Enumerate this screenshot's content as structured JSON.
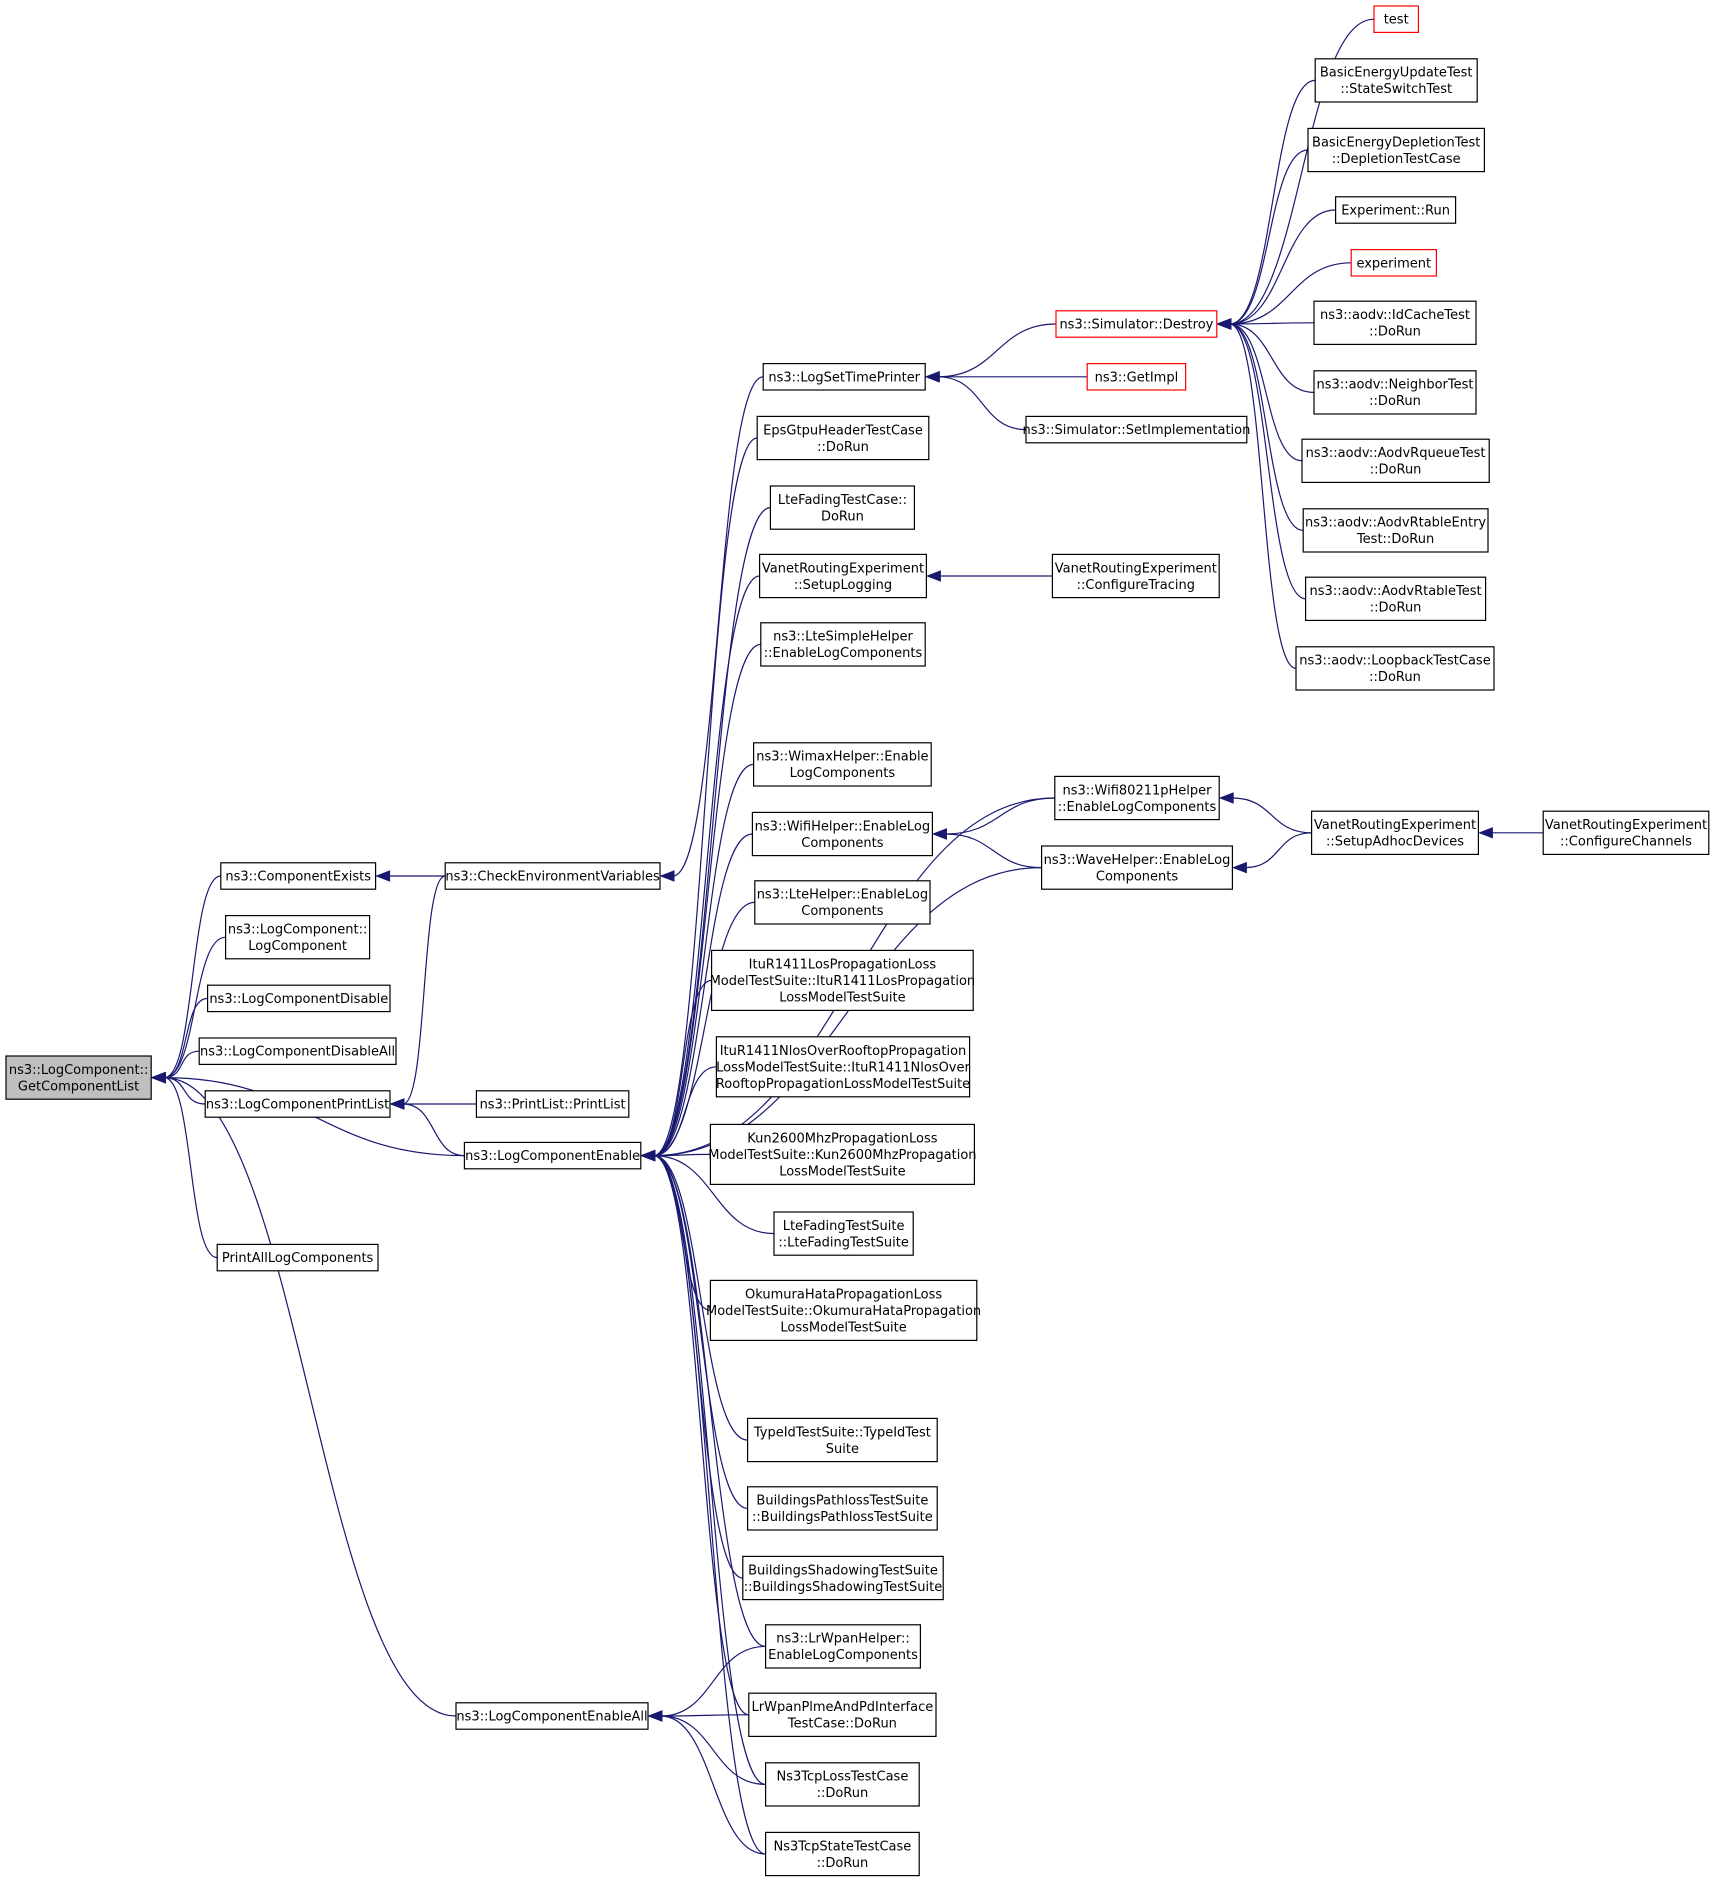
{
  "graph": {
    "colors": {
      "edge": "#191970",
      "border": "#000000",
      "incomplete_border": "#ff0000",
      "root_fill": "#bfbfbf"
    },
    "nodes": [
      {
        "id": "root",
        "lines": [
          "ns3::LogComponent::",
          "GetComponentList"
        ],
        "style": "root"
      },
      {
        "id": "compExists",
        "lines": [
          "ns3::ComponentExists"
        ]
      },
      {
        "id": "logCompCtor",
        "lines": [
          "ns3::LogComponent::",
          "LogComponent"
        ]
      },
      {
        "id": "logCompDisable",
        "lines": [
          "ns3::LogComponentDisable"
        ]
      },
      {
        "id": "logCompDisableAll",
        "lines": [
          "ns3::LogComponentDisableAll"
        ]
      },
      {
        "id": "logCompPrintList",
        "lines": [
          "ns3::LogComponentPrintList"
        ]
      },
      {
        "id": "printAll",
        "lines": [
          "PrintAllLogComponents"
        ]
      },
      {
        "id": "checkEnv",
        "lines": [
          "ns3::CheckEnvironmentVariables"
        ]
      },
      {
        "id": "logCompEnable",
        "lines": [
          "ns3::LogComponentEnable"
        ]
      },
      {
        "id": "printListPrint",
        "lines": [
          "ns3::PrintList::PrintList"
        ]
      },
      {
        "id": "logCompEnableAll",
        "lines": [
          "ns3::LogComponentEnableAll"
        ]
      },
      {
        "id": "logSetTime",
        "lines": [
          "ns3::LogSetTimePrinter"
        ]
      },
      {
        "id": "epsGtpu",
        "lines": [
          "EpsGtpuHeaderTestCase",
          "::DoRun"
        ]
      },
      {
        "id": "lteFadingCase",
        "lines": [
          "LteFadingTestCase::",
          "DoRun"
        ]
      },
      {
        "id": "vanetSetupLogging",
        "lines": [
          "VanetRoutingExperiment",
          "::SetupLogging"
        ]
      },
      {
        "id": "lteSimpleHelper",
        "lines": [
          "ns3::LteSimpleHelper",
          "::EnableLogComponents"
        ]
      },
      {
        "id": "wimaxHelper",
        "lines": [
          "ns3::WimaxHelper::Enable",
          "LogComponents"
        ]
      },
      {
        "id": "wifiHelper",
        "lines": [
          "ns3::WifiHelper::EnableLog",
          "Components"
        ]
      },
      {
        "id": "lteHelper",
        "lines": [
          "ns3::LteHelper::EnableLog",
          "Components"
        ]
      },
      {
        "id": "ituLos",
        "lines": [
          "ItuR1411LosPropagationLoss",
          "ModelTestSuite::ItuR1411LosPropagation",
          "LossModelTestSuite"
        ]
      },
      {
        "id": "ituNlos",
        "lines": [
          "ItuR1411NlosOverRooftopPropagation",
          "LossModelTestSuite::ItuR1411NlosOver",
          "RooftopPropagationLossModelTestSuite"
        ]
      },
      {
        "id": "kun2600",
        "lines": [
          "Kun2600MhzPropagationLoss",
          "ModelTestSuite::Kun2600MhzPropagation",
          "LossModelTestSuite"
        ]
      },
      {
        "id": "lteFadingSuite",
        "lines": [
          "LteFadingTestSuite",
          "::LteFadingTestSuite"
        ]
      },
      {
        "id": "okumura",
        "lines": [
          "OkumuraHataPropagationLoss",
          "ModelTestSuite::OkumuraHataPropagation",
          "LossModelTestSuite"
        ]
      },
      {
        "id": "typeId",
        "lines": [
          "TypeIdTestSuite::TypeIdTest",
          "Suite"
        ]
      },
      {
        "id": "buildPath",
        "lines": [
          "BuildingsPathlossTestSuite",
          "::BuildingsPathlossTestSuite"
        ]
      },
      {
        "id": "buildShadow",
        "lines": [
          "BuildingsShadowingTestSuite",
          "::BuildingsShadowingTestSuite"
        ]
      },
      {
        "id": "lrwpanHelper",
        "lines": [
          "ns3::LrWpanHelper::",
          "EnableLogComponents"
        ]
      },
      {
        "id": "lrwpanPlme",
        "lines": [
          "LrWpanPlmeAndPdInterface",
          "TestCase::DoRun"
        ]
      },
      {
        "id": "tcpLoss",
        "lines": [
          "Ns3TcpLossTestCase",
          "::DoRun"
        ]
      },
      {
        "id": "tcpState",
        "lines": [
          "Ns3TcpStateTestCase",
          "::DoRun"
        ]
      },
      {
        "id": "simDestroy",
        "lines": [
          "ns3::Simulator::Destroy"
        ],
        "style": "red"
      },
      {
        "id": "getImpl",
        "lines": [
          "ns3::GetImpl"
        ],
        "style": "red"
      },
      {
        "id": "simSetImpl",
        "lines": [
          "ns3::Simulator::SetImplementation"
        ]
      },
      {
        "id": "vanetConfigTracing",
        "lines": [
          "VanetRoutingExperiment",
          "::ConfigureTracing"
        ]
      },
      {
        "id": "wifi80211p",
        "lines": [
          "ns3::Wifi80211pHelper",
          "::EnableLogComponents"
        ]
      },
      {
        "id": "waveHelper",
        "lines": [
          "ns3::WaveHelper::EnableLog",
          "Components"
        ]
      },
      {
        "id": "vanetSetupAdhoc",
        "lines": [
          "VanetRoutingExperiment",
          "::SetupAdhocDevices"
        ]
      },
      {
        "id": "vanetConfigChannels",
        "lines": [
          "VanetRoutingExperiment",
          "::ConfigureChannels"
        ]
      },
      {
        "id": "test",
        "lines": [
          "test"
        ],
        "style": "red"
      },
      {
        "id": "basicStateSwitch",
        "lines": [
          "BasicEnergyUpdateTest",
          "::StateSwitchTest"
        ]
      },
      {
        "id": "basicDepletion",
        "lines": [
          "BasicEnergyDepletionTest",
          "::DepletionTestCase"
        ]
      },
      {
        "id": "expRun",
        "lines": [
          "Experiment::Run"
        ]
      },
      {
        "id": "experiment",
        "lines": [
          "experiment"
        ],
        "style": "red"
      },
      {
        "id": "aodvIdCache",
        "lines": [
          "ns3::aodv::IdCacheTest",
          "::DoRun"
        ]
      },
      {
        "id": "aodvNeighbor",
        "lines": [
          "ns3::aodv::NeighborTest",
          "::DoRun"
        ]
      },
      {
        "id": "aodvRqueue",
        "lines": [
          "ns3::aodv::AodvRqueueTest",
          "::DoRun"
        ]
      },
      {
        "id": "aodvRtableEntry",
        "lines": [
          "ns3::aodv::AodvRtableEntry",
          "Test::DoRun"
        ]
      },
      {
        "id": "aodvRtable",
        "lines": [
          "ns3::aodv::AodvRtableTest",
          "::DoRun"
        ]
      },
      {
        "id": "aodvLoopback",
        "lines": [
          "ns3::aodv::LoopbackTestCase",
          "::DoRun"
        ]
      }
    ],
    "edges": [
      [
        "compExists",
        "root"
      ],
      [
        "logCompCtor",
        "root"
      ],
      [
        "logCompDisable",
        "root"
      ],
      [
        "logCompDisableAll",
        "root"
      ],
      [
        "logCompPrintList",
        "root"
      ],
      [
        "logCompEnable",
        "root"
      ],
      [
        "printAll",
        "root"
      ],
      [
        "logCompEnableAll",
        "root"
      ],
      [
        "checkEnv",
        "compExists"
      ],
      [
        "checkEnv",
        "logCompPrintList"
      ],
      [
        "printListPrint",
        "logCompPrintList"
      ],
      [
        "logCompEnable",
        "logCompPrintList"
      ],
      [
        "logSetTime",
        "checkEnv"
      ],
      [
        "epsGtpu",
        "logCompEnable"
      ],
      [
        "lteFadingCase",
        "logCompEnable"
      ],
      [
        "vanetSetupLogging",
        "logCompEnable"
      ],
      [
        "lteSimpleHelper",
        "logCompEnable"
      ],
      [
        "wimaxHelper",
        "logCompEnable"
      ],
      [
        "wifiHelper",
        "logCompEnable"
      ],
      [
        "lteHelper",
        "logCompEnable"
      ],
      [
        "ituLos",
        "logCompEnable"
      ],
      [
        "ituNlos",
        "logCompEnable"
      ],
      [
        "kun2600",
        "logCompEnable"
      ],
      [
        "lteFadingSuite",
        "logCompEnable"
      ],
      [
        "okumura",
        "logCompEnable"
      ],
      [
        "typeId",
        "logCompEnable"
      ],
      [
        "buildPath",
        "logCompEnable"
      ],
      [
        "buildShadow",
        "logCompEnable"
      ],
      [
        "lrwpanHelper",
        "logCompEnable"
      ],
      [
        "lrwpanPlme",
        "logCompEnable"
      ],
      [
        "tcpLoss",
        "logCompEnable"
      ],
      [
        "tcpState",
        "logCompEnable"
      ],
      [
        "wifi80211p",
        "logCompEnable"
      ],
      [
        "waveHelper",
        "logCompEnable"
      ],
      [
        "lrwpanHelper",
        "logCompEnableAll"
      ],
      [
        "lrwpanPlme",
        "logCompEnableAll"
      ],
      [
        "tcpLoss",
        "logCompEnableAll"
      ],
      [
        "tcpState",
        "logCompEnableAll"
      ],
      [
        "simDestroy",
        "logSetTime"
      ],
      [
        "getImpl",
        "logSetTime"
      ],
      [
        "simSetImpl",
        "logSetTime"
      ],
      [
        "vanetConfigTracing",
        "vanetSetupLogging"
      ],
      [
        "wifi80211p",
        "wifiHelper"
      ],
      [
        "waveHelper",
        "wifiHelper"
      ],
      [
        "vanetSetupAdhoc",
        "wifi80211p"
      ],
      [
        "vanetSetupAdhoc",
        "waveHelper"
      ],
      [
        "vanetConfigChannels",
        "vanetSetupAdhoc"
      ],
      [
        "test",
        "simDestroy"
      ],
      [
        "basicStateSwitch",
        "simDestroy"
      ],
      [
        "basicDepletion",
        "simDestroy"
      ],
      [
        "expRun",
        "simDestroy"
      ],
      [
        "experiment",
        "simDestroy"
      ],
      [
        "aodvIdCache",
        "simDestroy"
      ],
      [
        "aodvNeighbor",
        "simDestroy"
      ],
      [
        "aodvRqueue",
        "simDestroy"
      ],
      [
        "aodvRtableEntry",
        "simDestroy"
      ],
      [
        "aodvRtable",
        "simDestroy"
      ],
      [
        "aodvLoopback",
        "simDestroy"
      ]
    ]
  }
}
